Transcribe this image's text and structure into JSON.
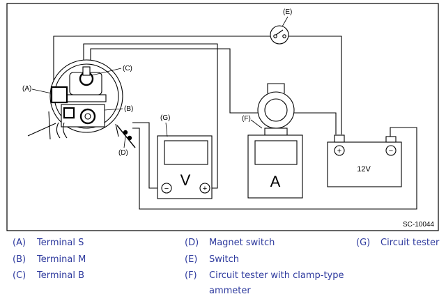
{
  "diagram": {
    "callouts": {
      "A": "(A)",
      "B": "(B)",
      "C": "(C)",
      "D": "(D)",
      "E": "(E)",
      "F": "(F)",
      "G": "(G)"
    },
    "voltmeter_symbol": "V",
    "ammeter_symbol": "A",
    "battery_voltage": "12V",
    "plus_sign": "+",
    "minus_sign": "−",
    "figure_code": "SC-10044"
  },
  "legend": [
    {
      "key": "(A)",
      "text": "Terminal S"
    },
    {
      "key": "(B)",
      "text": "Terminal M"
    },
    {
      "key": "(C)",
      "text": "Terminal B"
    },
    {
      "key": "(D)",
      "text": "Magnet switch"
    },
    {
      "key": "(E)",
      "text": "Switch"
    },
    {
      "key": "(F)",
      "text": "Circuit tester with clamp-type ammeter"
    },
    {
      "key": "(G)",
      "text": "Circuit tester"
    }
  ]
}
